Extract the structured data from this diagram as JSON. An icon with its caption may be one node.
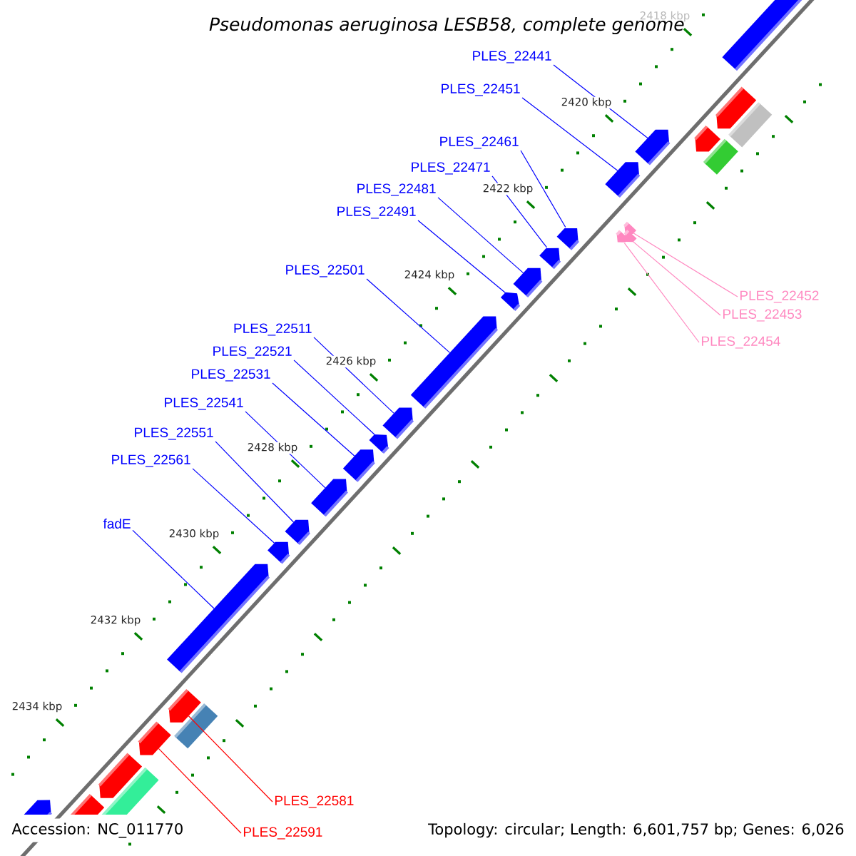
{
  "diagram": {
    "title": "Pseudomonas aeruginosa LESB58, complete genome",
    "nodes": [
      {
        "text": [
          "PLES_22441"
        ]
      },
      {
        "text": [
          "PLES_22451"
        ]
      },
      {
        "text": [
          "PLES_22461"
        ]
      },
      {
        "text": [
          "PLES_22471"
        ]
      },
      {
        "text": [
          "PLES_22481"
        ]
      },
      {
        "text": [
          "PLES_22491"
        ]
      },
      {
        "text": [
          "PLES_22501"
        ]
      },
      {
        "text": [
          "PLES_22511"
        ]
      },
      {
        "text": [
          "PLES_22521"
        ]
      },
      {
        "text": [
          "PLES_22531"
        ]
      },
      {
        "text": [
          "PLES_22541"
        ]
      },
      {
        "text": [
          "PLES_22551"
        ]
      },
      {
        "text": [
          "PLES_22561"
        ]
      },
      {
        "text": [
          "fadE"
        ]
      },
      {
        "text": [
          "PLES_22452"
        ]
      },
      {
        "text": [
          "PLES_22453"
        ]
      },
      {
        "text": [
          "PLES_22454"
        ]
      },
      {
        "text": [
          "PLES_22581"
        ]
      },
      {
        "text": [
          "PLES_22591"
        ]
      },
      {
        "text": [],
        "shape": "box"
      },
      {
        "text": [],
        "shape": "arrow"
      },
      {
        "text": [],
        "shape": "arrow"
      },
      {
        "text": [],
        "shape": "arrow"
      },
      {
        "text": [],
        "shape": "arrow"
      },
      {
        "text": [],
        "shape": "arrow"
      },
      {
        "text": [],
        "shape": "arrow"
      },
      {
        "text": [],
        "shape": "arrow"
      },
      {
        "text": [],
        "shape": "arrow"
      },
      {
        "text": [],
        "shape": "arrow"
      },
      {
        "text": [],
        "shape": "arrow"
      },
      {
        "text": [],
        "shape": "arrow"
      },
      {
        "text": [],
        "shape": "arrow"
      },
      {
        "text": [],
        "shape": "arrow"
      },
      {
        "text": [],
        "shape": "arrow"
      },
      {
        "text": [],
        "shape": "arrow"
      },
      {
        "text": [],
        "shape": "arrow"
      },
      {
        "text": [],
        "shape": "arrow"
      },
      {
        "text": [],
        "shape": "arrow"
      },
      {
        "text": [],
        "shape": "arrow"
      },
      {
        "text": [],
        "shape": "arrow"
      },
      {
        "text": [],
        "shape": "box"
      },
      {
        "text": [],
        "shape": "box"
      },
      {
        "text": [],
        "shape": "arrow"
      },
      {
        "text": [],
        "shape": "box"
      },
      {
        "text": [],
        "shape": "arrow"
      },
      {
        "text": [],
        "shape": "arrow"
      },
      {
        "text": [],
        "shape": "arrow"
      },
      {
        "text": [],
        "shape": "box"
      }
    ],
    "edges": [
      {
        "from": 0,
        "to": 20,
        "arrow": "none"
      },
      {
        "from": 1,
        "to": 21,
        "arrow": "none"
      },
      {
        "from": 2,
        "to": 22,
        "arrow": "none"
      },
      {
        "from": 3,
        "to": 23,
        "arrow": "none"
      },
      {
        "from": 4,
        "to": 24,
        "arrow": "none"
      },
      {
        "from": 5,
        "to": 25,
        "arrow": "none"
      },
      {
        "from": 6,
        "to": 26,
        "arrow": "none"
      },
      {
        "from": 7,
        "to": 27,
        "arrow": "none"
      },
      {
        "from": 8,
        "to": 28,
        "arrow": "none"
      },
      {
        "from": 9,
        "to": 29,
        "arrow": "none"
      },
      {
        "from": 10,
        "to": 30,
        "arrow": "none"
      },
      {
        "from": 11,
        "to": 31,
        "arrow": "none"
      },
      {
        "from": 12,
        "to": 32,
        "arrow": "none"
      },
      {
        "from": 13,
        "to": 33,
        "arrow": "none"
      },
      {
        "from": 14,
        "to": 35,
        "arrow": "none",
        "color": "#ff88c0"
      },
      {
        "from": 15,
        "to": 36,
        "arrow": "none",
        "color": "#ff88c0"
      },
      {
        "from": 16,
        "to": 37,
        "arrow": "none",
        "color": "#ff88c0"
      },
      {
        "from": 17,
        "to": 42,
        "arrow": "none",
        "color": "#ff0000"
      },
      {
        "from": 18,
        "to": 44,
        "arrow": "none",
        "color": "#ff0000"
      }
    ],
    "labels": [
      "2418 kbp",
      "2420 kbp",
      "2422 kbp",
      "2424 kbp",
      "2426 kbp",
      "2428 kbp",
      "2430 kbp",
      "2432 kbp",
      "2434 kbp",
      "Accession: NC_011770",
      "Topology: circular; Length: 6,601,757 bp; Genes: 6,026"
    ]
  }
}
